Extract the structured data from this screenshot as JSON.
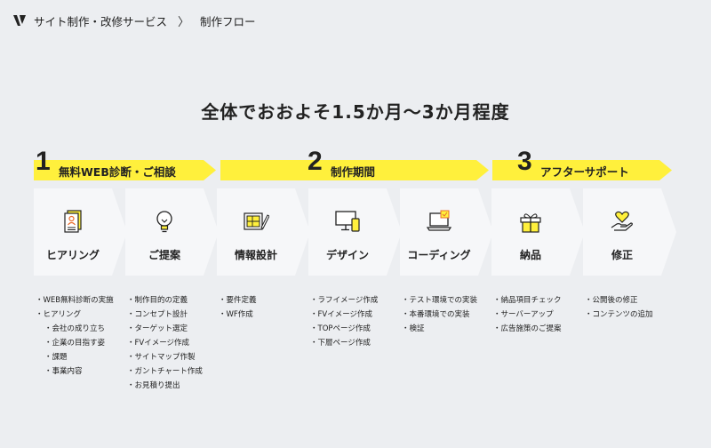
{
  "header": {
    "service": "サイト制作・改修サービス",
    "separator": "〉",
    "page": "制作フロー"
  },
  "headline": "全体でおおよそ1.5か月〜3か月程度",
  "phases": [
    {
      "num": "1",
      "title": "無料WEB診断・ご相談"
    },
    {
      "num": "2",
      "title": "制作期間"
    },
    {
      "num": "3",
      "title": "アフターサポート"
    }
  ],
  "steps": [
    {
      "label": "ヒアリング",
      "icon": "document-person-icon"
    },
    {
      "label": "ご提案",
      "icon": "lightbulb-icon"
    },
    {
      "label": "情報設計",
      "icon": "blueprint-pencil-icon"
    },
    {
      "label": "デザイン",
      "icon": "monitor-phone-icon"
    },
    {
      "label": "コーディング",
      "icon": "laptop-code-icon"
    },
    {
      "label": "納品",
      "icon": "gift-icon"
    },
    {
      "label": "修正",
      "icon": "heart-hand-icon"
    }
  ],
  "tasks": [
    [
      "・WEB無料診断の実施",
      "・ヒアリング",
      "・会社の成り立ち",
      "・企業の目指す姿",
      "・課題",
      "・事業内容"
    ],
    [
      "・制作目的の定義",
      "・コンセプト設計",
      "・ターゲット選定",
      "・FVイメージ作成",
      "・サイトマップ作製",
      "・ガントチャート作成",
      "・お見積り提出"
    ],
    [
      "・要件定義",
      "・WF作成"
    ],
    [
      "・ラフイメージ作成",
      "・FVイメージ作成",
      "・TOPページ作成",
      "・下層ページ作成"
    ],
    [
      "・テスト環境での実装",
      "・本番環境での実装",
      "・検証"
    ],
    [
      "・納品項目チェック",
      "・サーバーアップ",
      "・広告施策のご提案"
    ],
    [
      "・公開後の修正",
      "・コンテンツの追加"
    ]
  ],
  "colors": {
    "accent": "#fff03c",
    "background": "#eceef1",
    "card": "#f6f7f9",
    "ink": "#222222"
  }
}
